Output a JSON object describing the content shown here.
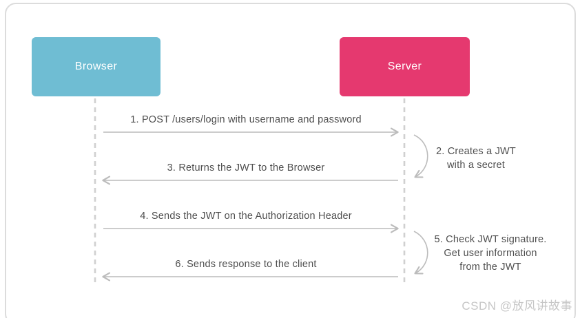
{
  "actors": {
    "browser": {
      "label": "Browser",
      "color": "#6FBDD3"
    },
    "server": {
      "label": "Server",
      "color": "#E5396F"
    }
  },
  "messages": [
    {
      "step": 1,
      "label": "1. POST /users/login with username and password",
      "from": "Browser",
      "to": "Server",
      "direction": "right"
    },
    {
      "step": 2,
      "type": "self",
      "actor": "Server",
      "lines": [
        "2. Creates a JWT",
        "with a secret"
      ]
    },
    {
      "step": 3,
      "label": "3. Returns the JWT to the Browser",
      "from": "Server",
      "to": "Browser",
      "direction": "left"
    },
    {
      "step": 4,
      "label": "4. Sends the JWT on the Authorization Header",
      "from": "Browser",
      "to": "Server",
      "direction": "right"
    },
    {
      "step": 5,
      "type": "self",
      "actor": "Server",
      "lines": [
        "5. Check JWT signature.",
        "Get user information",
        "from the JWT"
      ]
    },
    {
      "step": 6,
      "label": "6. Sends response to the client",
      "from": "Server",
      "to": "Browser",
      "direction": "left"
    }
  ],
  "watermark": "CSDN @放风讲故事",
  "colors": {
    "arrow": "#bcbcbc",
    "lifeline": "#d0d0d0",
    "text": "#4e4e4e",
    "frame_border": "#dcdcdc"
  }
}
